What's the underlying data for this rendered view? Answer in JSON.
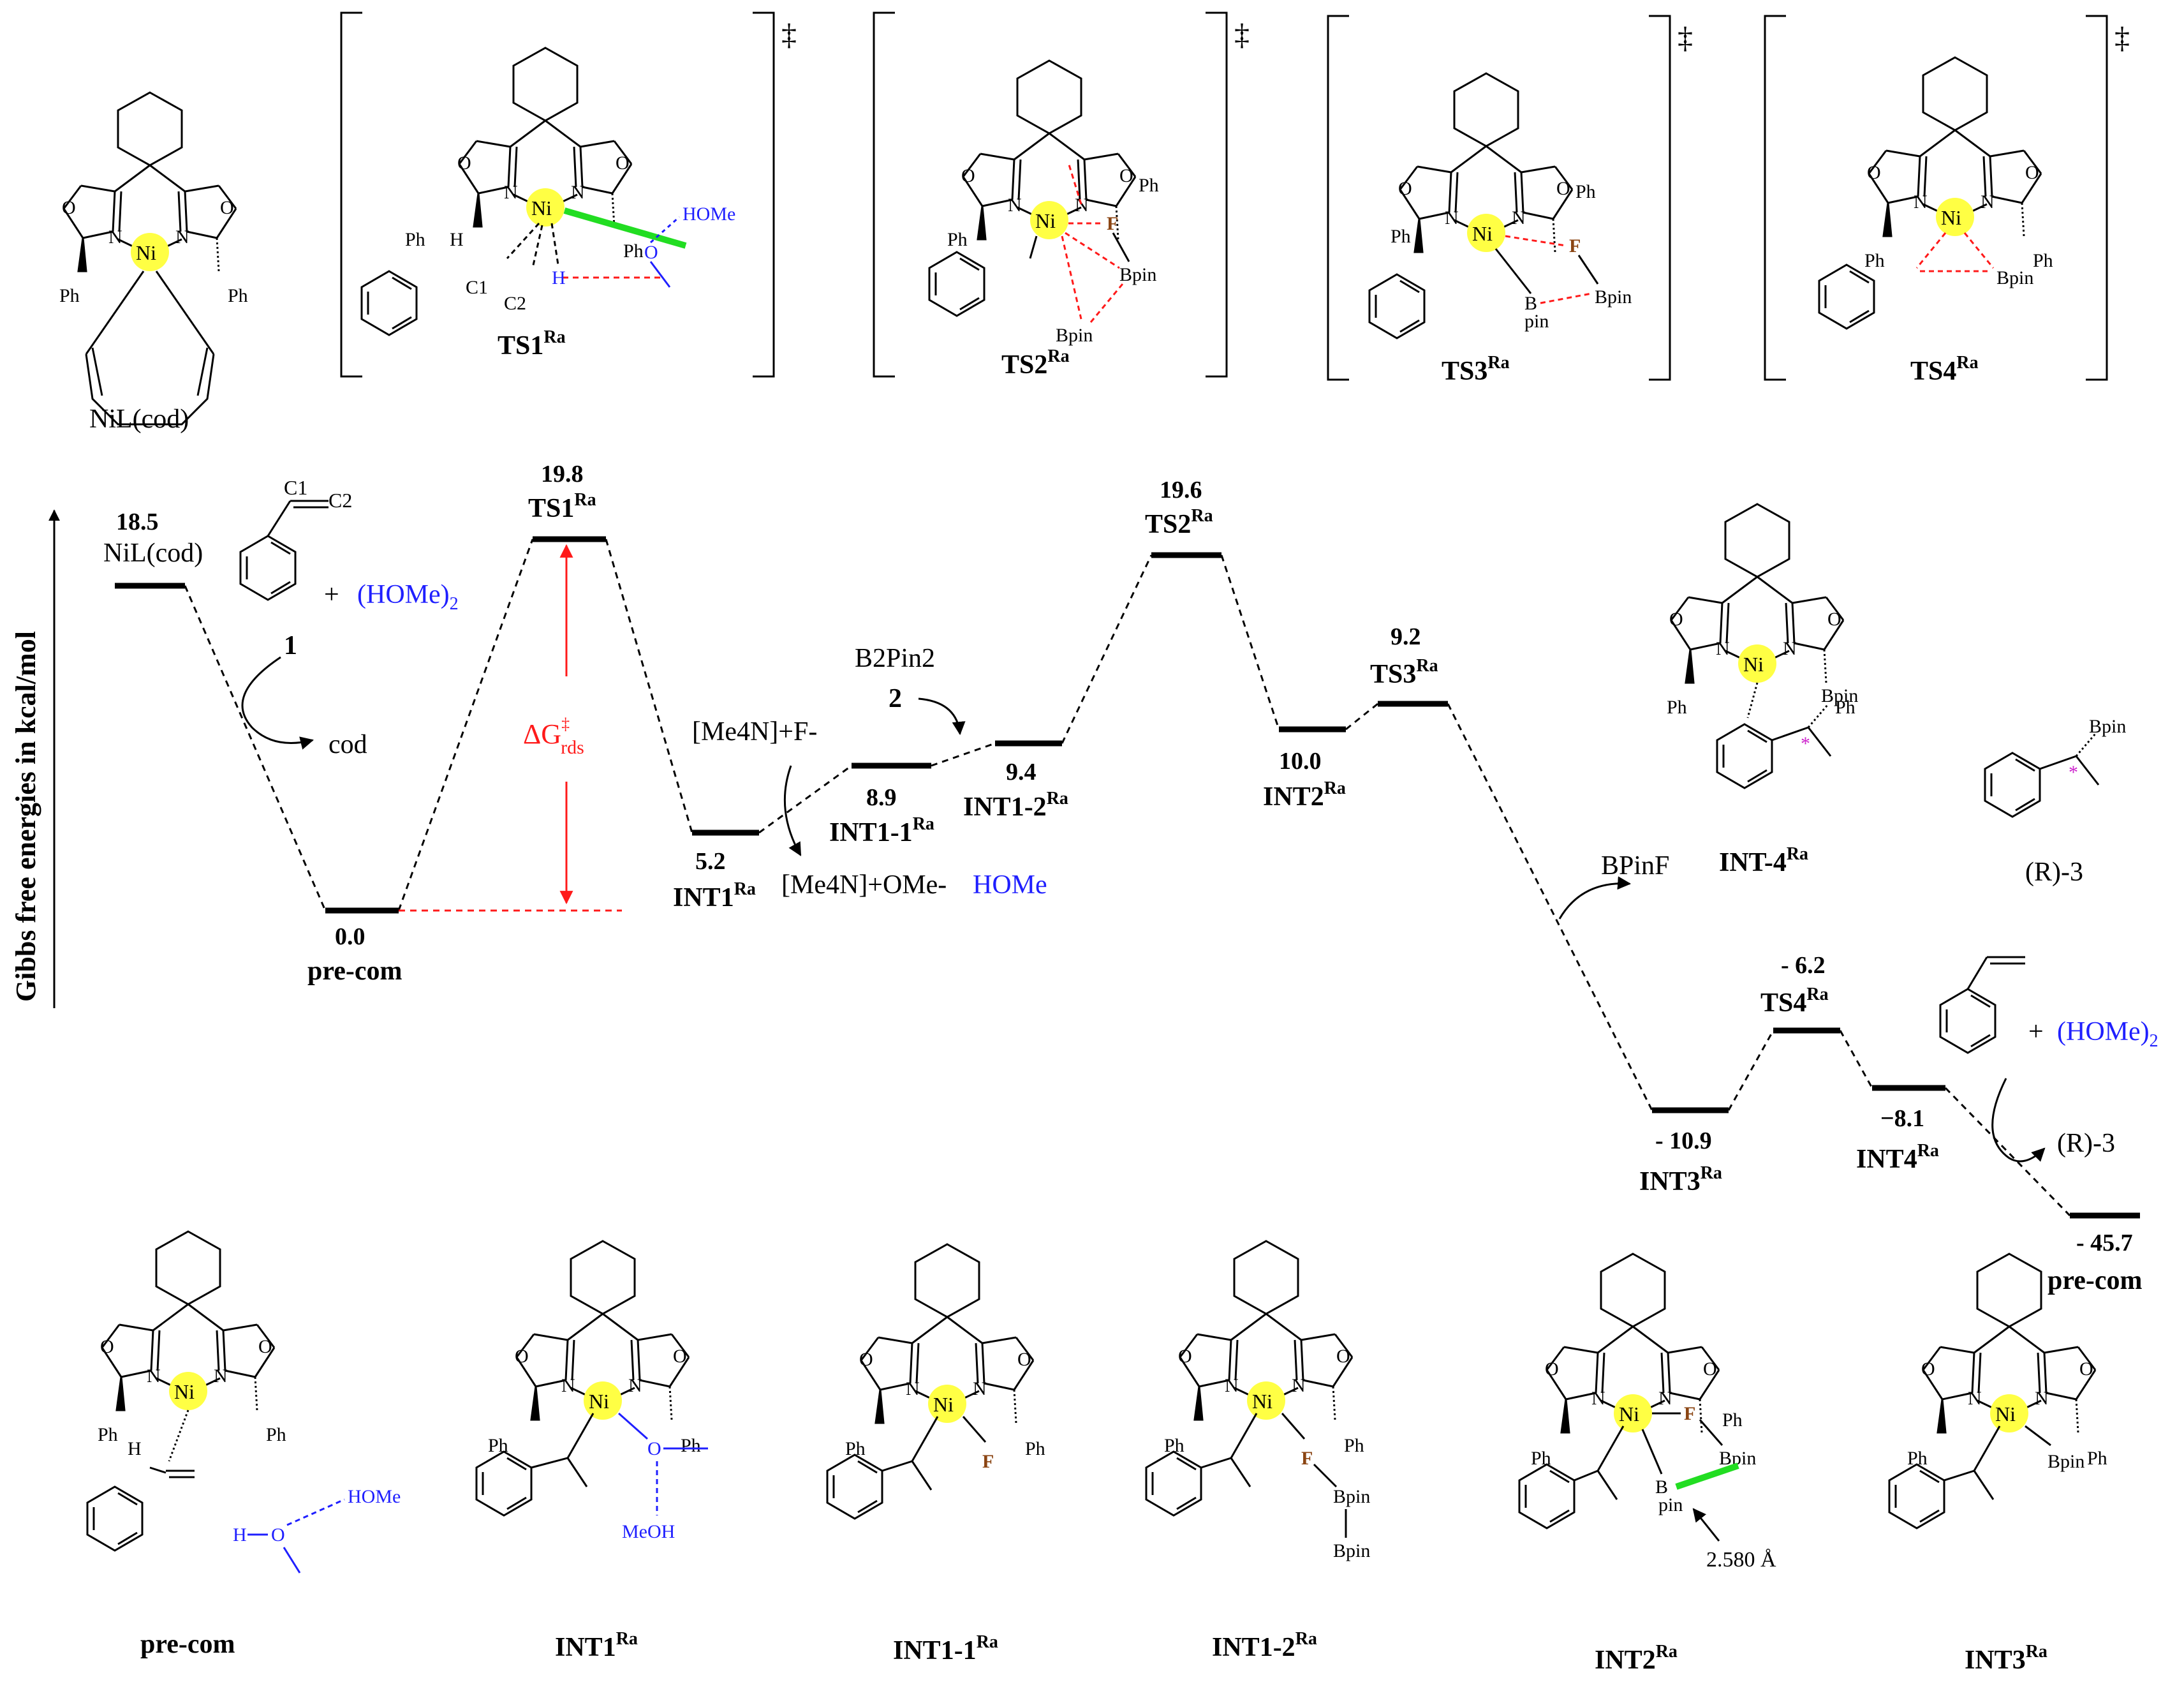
{
  "y_axis_label": "Gibbs free energies in kcal/mol",
  "dagger": "‡",
  "metal": "Ni",
  "ph": "Ph",
  "atoms": {
    "O": "O",
    "N": "N",
    "F": "F",
    "H": "H",
    "B": "B",
    "pin": "pin",
    "C1": "C1",
    "C2": "C2",
    "bpin": "Bpin",
    "hom": "HOMe",
    "meoh": "MeOH"
  },
  "captions": {
    "nil_cod": "NiL(cod)",
    "ts1": "TS1",
    "ts2": "TS2",
    "ts3": "TS3",
    "ts4": "TS4",
    "ra": "Ra",
    "pre_com": "pre-com",
    "int1": "INT1",
    "int1_1": "INT1-1",
    "int1_2": "INT1-2",
    "int2": "INT2",
    "int3": "INT3",
    "int4": "INT4",
    "int_4": "INT-4",
    "r3": "(R)-3"
  },
  "reagents": {
    "compound1": "1",
    "compound2": "2",
    "plus": "+",
    "homepair": "(HOMe)",
    "sub2": "2",
    "cod": "cod",
    "b2pin2": "B2Pin2",
    "me4nf": "[Me4N]+F-",
    "me4nome": "[Me4N]+OMe-",
    "home": "HOMe",
    "bpinf": "BPinF",
    "r3": "(R)-3",
    "dg": "ΔG",
    "rds": "rds",
    "distance": "2.580 Å"
  },
  "levels": [
    {
      "id": "nil_cod",
      "energy": "18.5"
    },
    {
      "id": "pre_com",
      "energy": "0.0"
    },
    {
      "id": "ts1",
      "energy": "19.8"
    },
    {
      "id": "int1",
      "energy": "5.2"
    },
    {
      "id": "int1_1",
      "energy": "8.9"
    },
    {
      "id": "int1_2",
      "energy": "9.4"
    },
    {
      "id": "ts2",
      "energy": "19.6"
    },
    {
      "id": "int2",
      "energy": "10.0"
    },
    {
      "id": "ts3",
      "energy": "9.2"
    },
    {
      "id": "int3",
      "energy": "- 10.9"
    },
    {
      "id": "ts4",
      "energy": "- 6.2"
    },
    {
      "id": "int4",
      "energy": "−8.1"
    },
    {
      "id": "pre_com_end",
      "energy": "- 45.7"
    }
  ],
  "colors": {
    "line": "#000000",
    "red": "#ff1a1a",
    "blue": "#1f1fff",
    "brown": "#8b4513",
    "green": "#22dd22",
    "ni": "#ffff44",
    "magenta": "#cc22cc"
  }
}
